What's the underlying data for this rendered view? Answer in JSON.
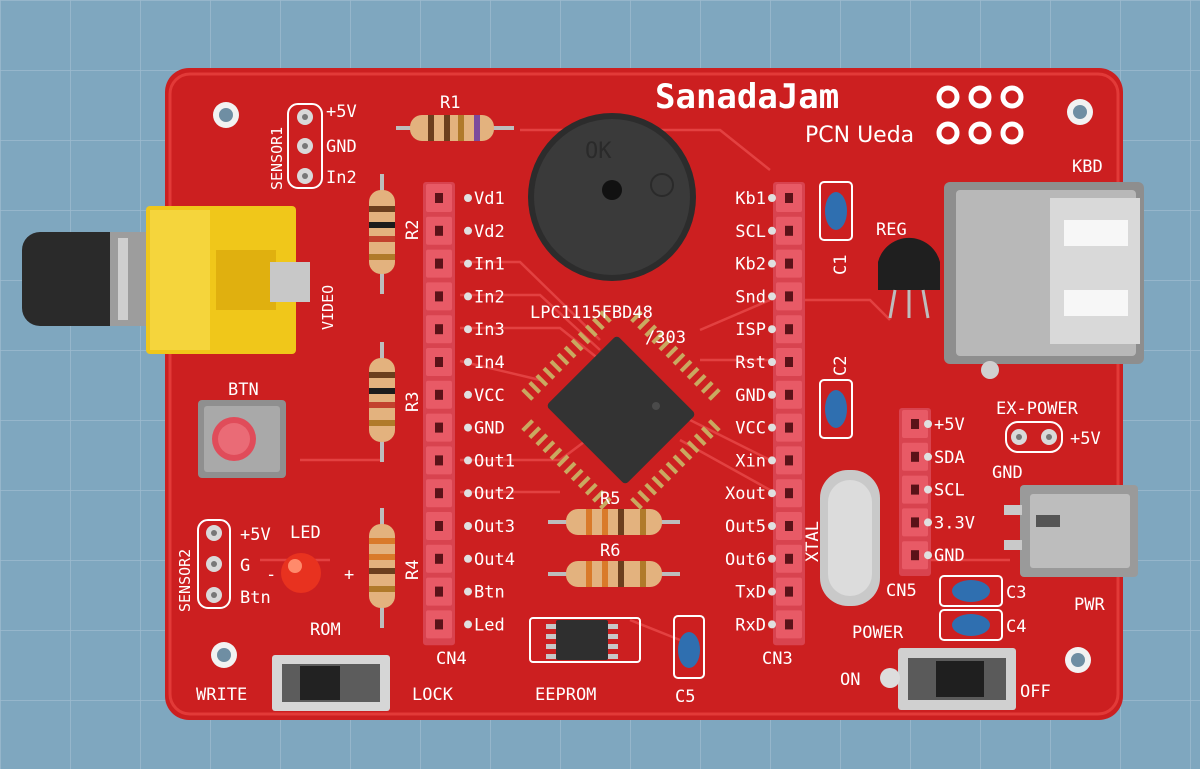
{
  "photo": {
    "colors": {
      "mat": "#7fa7bf",
      "board": "#cc1f20",
      "silk": "#ffffff",
      "header": "#e85a66",
      "cap": "#2f6fb0",
      "resistor": "#e3b27e"
    },
    "brand": {
      "title": "SanadaJam",
      "subtitle": "PCN Ueda"
    },
    "sensor1": {
      "name": "SENSOR1",
      "pins": [
        "+5V",
        "GND",
        "In2"
      ]
    },
    "sensor2": {
      "name": "SENSOR2",
      "pins": [
        "+5V",
        "G",
        "Btn"
      ]
    },
    "resistors": [
      "R1",
      "R2",
      "R3",
      "R4",
      "R5",
      "R6"
    ],
    "caps": [
      "C1",
      "C2",
      "C3",
      "C4",
      "C5"
    ],
    "cn4": {
      "name": "CN4",
      "pins": [
        "Vd1",
        "Vd2",
        "In1",
        "In2",
        "In3",
        "In4",
        "VCC",
        "GND",
        "Out1",
        "Out2",
        "Out3",
        "Out4",
        "Btn",
        "Led"
      ]
    },
    "cn3": {
      "name": "CN3",
      "pins": [
        "Kb1",
        "SCL",
        "Kb2",
        "Snd",
        "ISP",
        "Rst",
        "GND",
        "VCC",
        "Xin",
        "Xout",
        "Out5",
        "Out6",
        "TxD",
        "RxD"
      ]
    },
    "cn5": {
      "name": "CN5",
      "pins": [
        "+5V",
        "SDA",
        "SCL",
        "3.3V",
        "GND"
      ]
    },
    "mcu": {
      "line1": "LPC1115FBD48",
      "line2": "/303"
    },
    "buzzer_text": "OK",
    "video": "VIDEO",
    "kbd": "KBD",
    "reg": "REG",
    "btn": "BTN",
    "led": {
      "name": "LED",
      "minus": "-",
      "plus": "+"
    },
    "rom": "ROM",
    "write": "WRITE",
    "lock": "LOCK",
    "eeprom": "EEPROM",
    "xtal": "XTAL",
    "ex_power": {
      "title": "EX-POWER",
      "gnd": "GND",
      "plus": "+5V"
    },
    "pwr": "PWR",
    "power": {
      "title": "POWER",
      "on": "ON",
      "off": "OFF"
    }
  }
}
